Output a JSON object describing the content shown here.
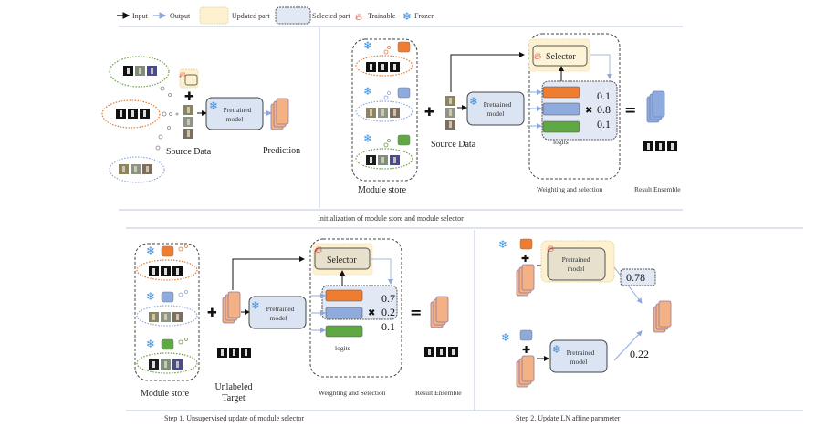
{
  "legend": {
    "input": "Input",
    "output": "Output",
    "updated_part": "Updated part",
    "selected_part": "Selected part",
    "trainable": "Trainable",
    "frozen": "Frozen"
  },
  "colors": {
    "input_arrow": "#111111",
    "output_arrow": "#8fa8dc",
    "updated_fill": "#fdf1d0",
    "selected_fill": "#e3e8f5",
    "model_fill": "#dbe4f3",
    "orange": "#ef7d31",
    "blue": "#8faadc",
    "green": "#5fa844",
    "peach": "#f4b183"
  },
  "icons": {
    "trainable": "flame-icon",
    "frozen": "snowflake-icon"
  },
  "init": {
    "caption": "Initialization of module store and module selector",
    "source_data": "Source Data",
    "prediction": "Prediction",
    "pretrained_model": [
      "Pretrained",
      "model"
    ],
    "module_store": "Module store",
    "source_data_2": "Source Data",
    "selector": "Selector",
    "logits": "logits",
    "weights": [
      "0.1",
      "0.8",
      "0.1"
    ],
    "weighting_label": "Weighting and selection",
    "result_label": "Result Ensemble"
  },
  "step1": {
    "caption": "Step 1. Unsupervised update of module selector",
    "module_store": "Module store",
    "unlabeled_target": [
      "Unlabeled",
      "Target"
    ],
    "pretrained_model": [
      "Pretrained",
      "model"
    ],
    "selector": "Selector",
    "logits": "logits",
    "weights": [
      "0.7",
      "0.2",
      "0.1"
    ],
    "weighting_label": "Weighting and Selection",
    "result_label": "Result Ensemble"
  },
  "step2": {
    "caption": "Step 2. Update LN affine parameter",
    "pretrained_model": [
      "Pretrained",
      "model"
    ],
    "weight_top": "0.78",
    "weight_bottom": "0.22"
  }
}
